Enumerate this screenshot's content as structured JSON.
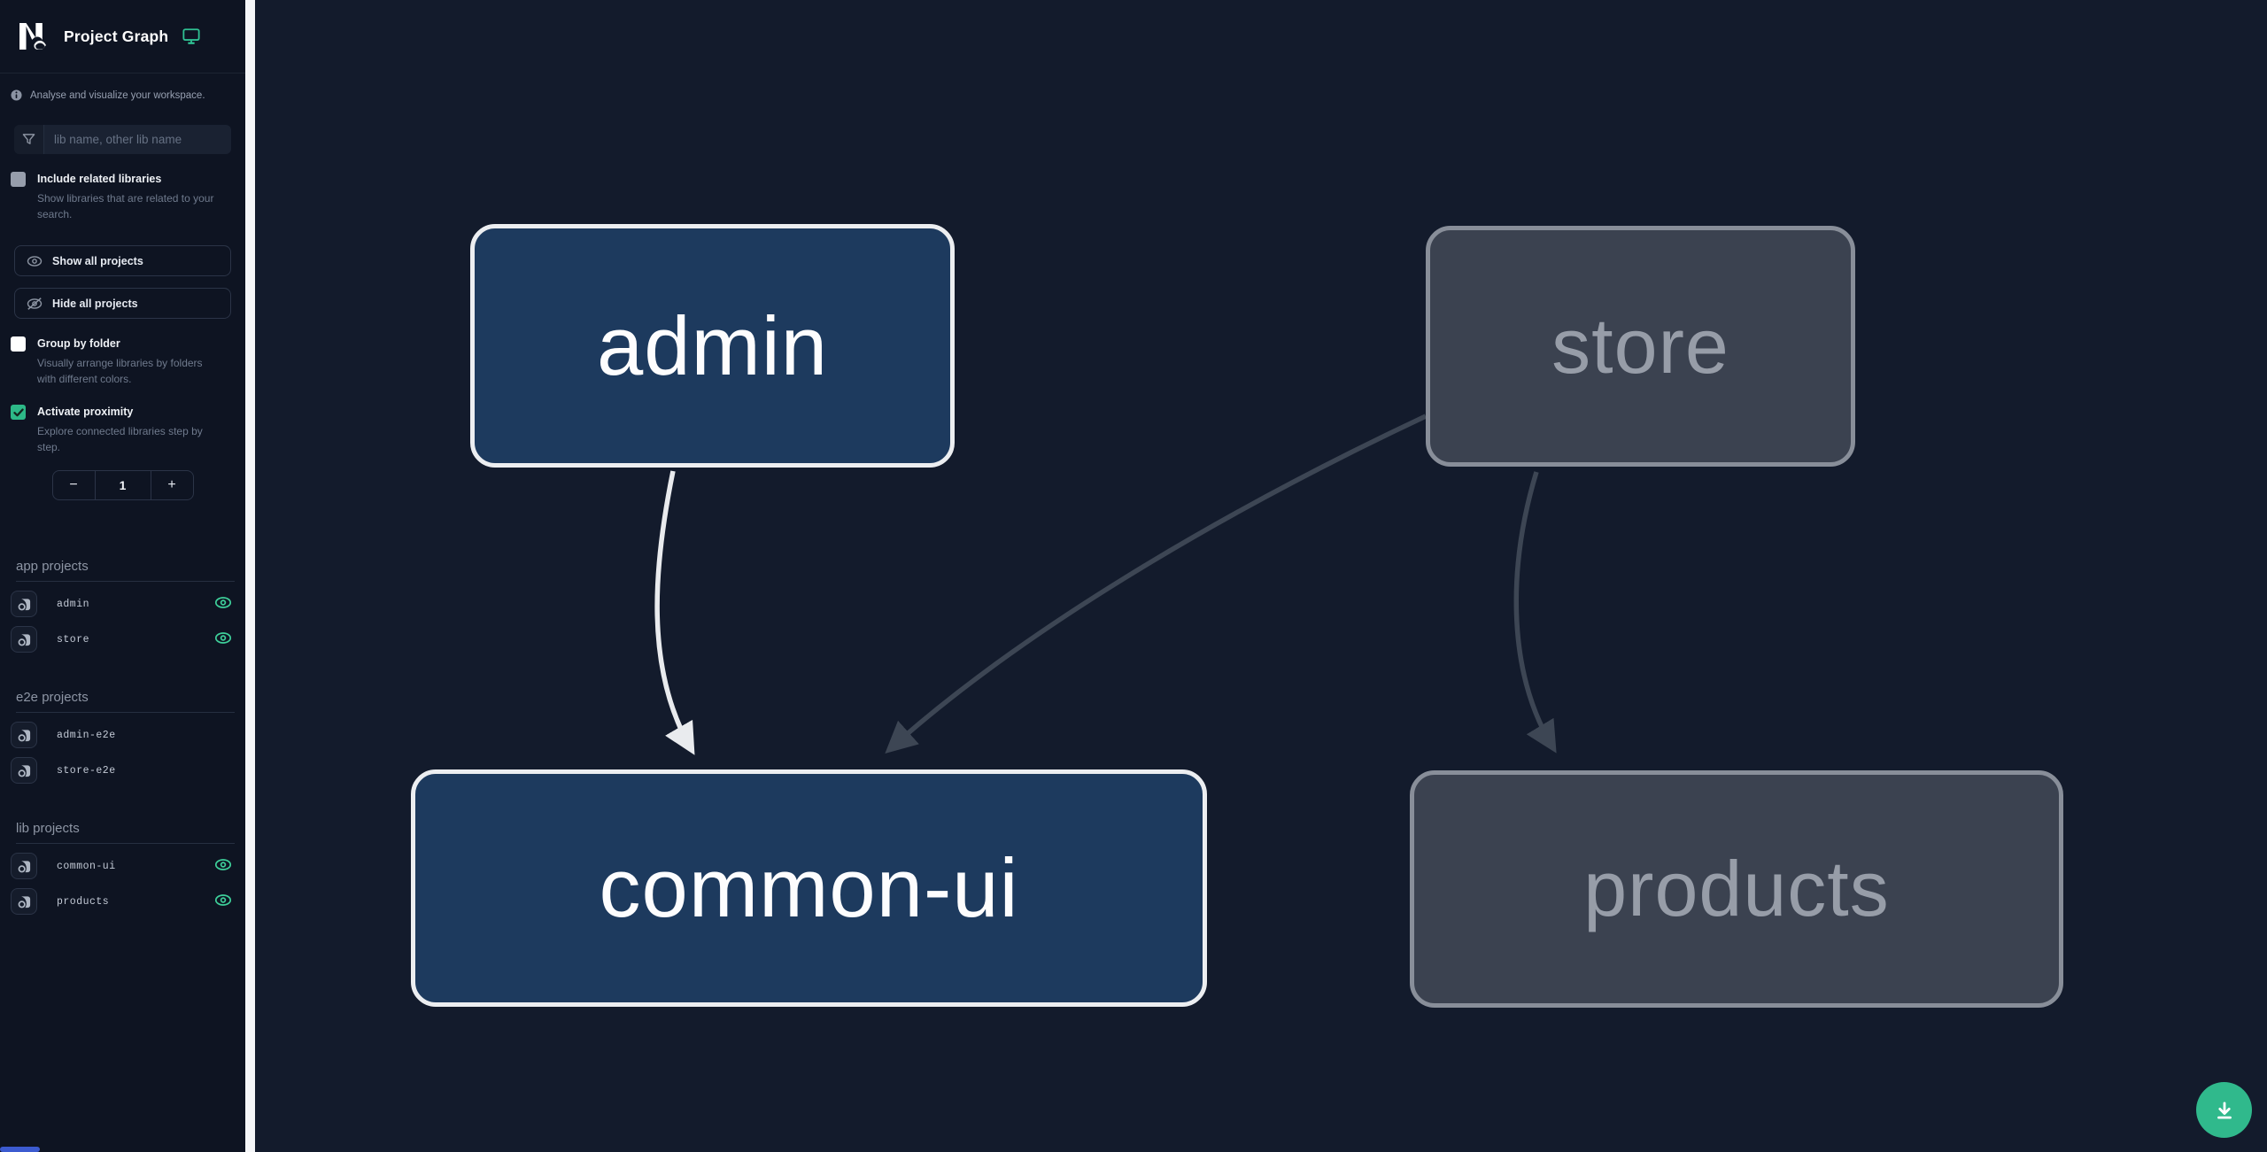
{
  "app": {
    "title": "Project Graph",
    "tagline": "Analyse and visualize your workspace."
  },
  "search": {
    "placeholder": "lib name, other lib name"
  },
  "controls": {
    "include_related": {
      "label": "Include related libraries",
      "desc": "Show libraries that are related to your search.",
      "checked": false
    },
    "show_all_label": "Show all projects",
    "hide_all_label": "Hide all projects",
    "group_by_folder": {
      "label": "Group by folder",
      "desc": "Visually arrange libraries by folders with different colors.",
      "checked": false
    },
    "activate_proximity": {
      "label": "Activate proximity",
      "desc": "Explore connected libraries step by step.",
      "checked": true
    },
    "proximity": {
      "minus": "−",
      "value": "1",
      "plus": "+"
    }
  },
  "groups": [
    {
      "label": "app projects",
      "items": [
        {
          "name": "admin",
          "visible": true
        },
        {
          "name": "store",
          "visible": true
        }
      ]
    },
    {
      "label": "e2e projects",
      "items": [
        {
          "name": "admin-e2e",
          "visible": false
        },
        {
          "name": "store-e2e",
          "visible": false
        }
      ]
    },
    {
      "label": "lib projects",
      "items": [
        {
          "name": "common-ui",
          "visible": true
        },
        {
          "name": "products",
          "visible": true
        }
      ]
    }
  ],
  "graph": {
    "nodes": [
      {
        "label": "admin",
        "state": "highlighted"
      },
      {
        "label": "store",
        "state": "dimmed"
      },
      {
        "label": "common-ui",
        "state": "highlighted"
      },
      {
        "label": "products",
        "state": "dimmed"
      }
    ],
    "edges": [
      {
        "from": "admin",
        "to": "common-ui",
        "style": "highlighted"
      },
      {
        "from": "store",
        "to": "common-ui",
        "style": "dimmed"
      },
      {
        "from": "store",
        "to": "products",
        "style": "dimmed"
      }
    ]
  },
  "fab": {
    "icon": "download"
  },
  "colors": {
    "accent": "#2fc092",
    "eye_toggle": "#3ecf9a",
    "node_highlighted_fill": "#1d3a5e",
    "node_highlighted_border": "#eceef1",
    "node_dimmed_fill": "#3b4250",
    "node_dimmed_border": "#888e99",
    "edge_highlighted": "#e9ebee",
    "edge_dimmed": "#3d4654",
    "fab_background": "#30b98c",
    "canvas_background": "#131b2c",
    "sidebar_background": "#0e1422"
  }
}
